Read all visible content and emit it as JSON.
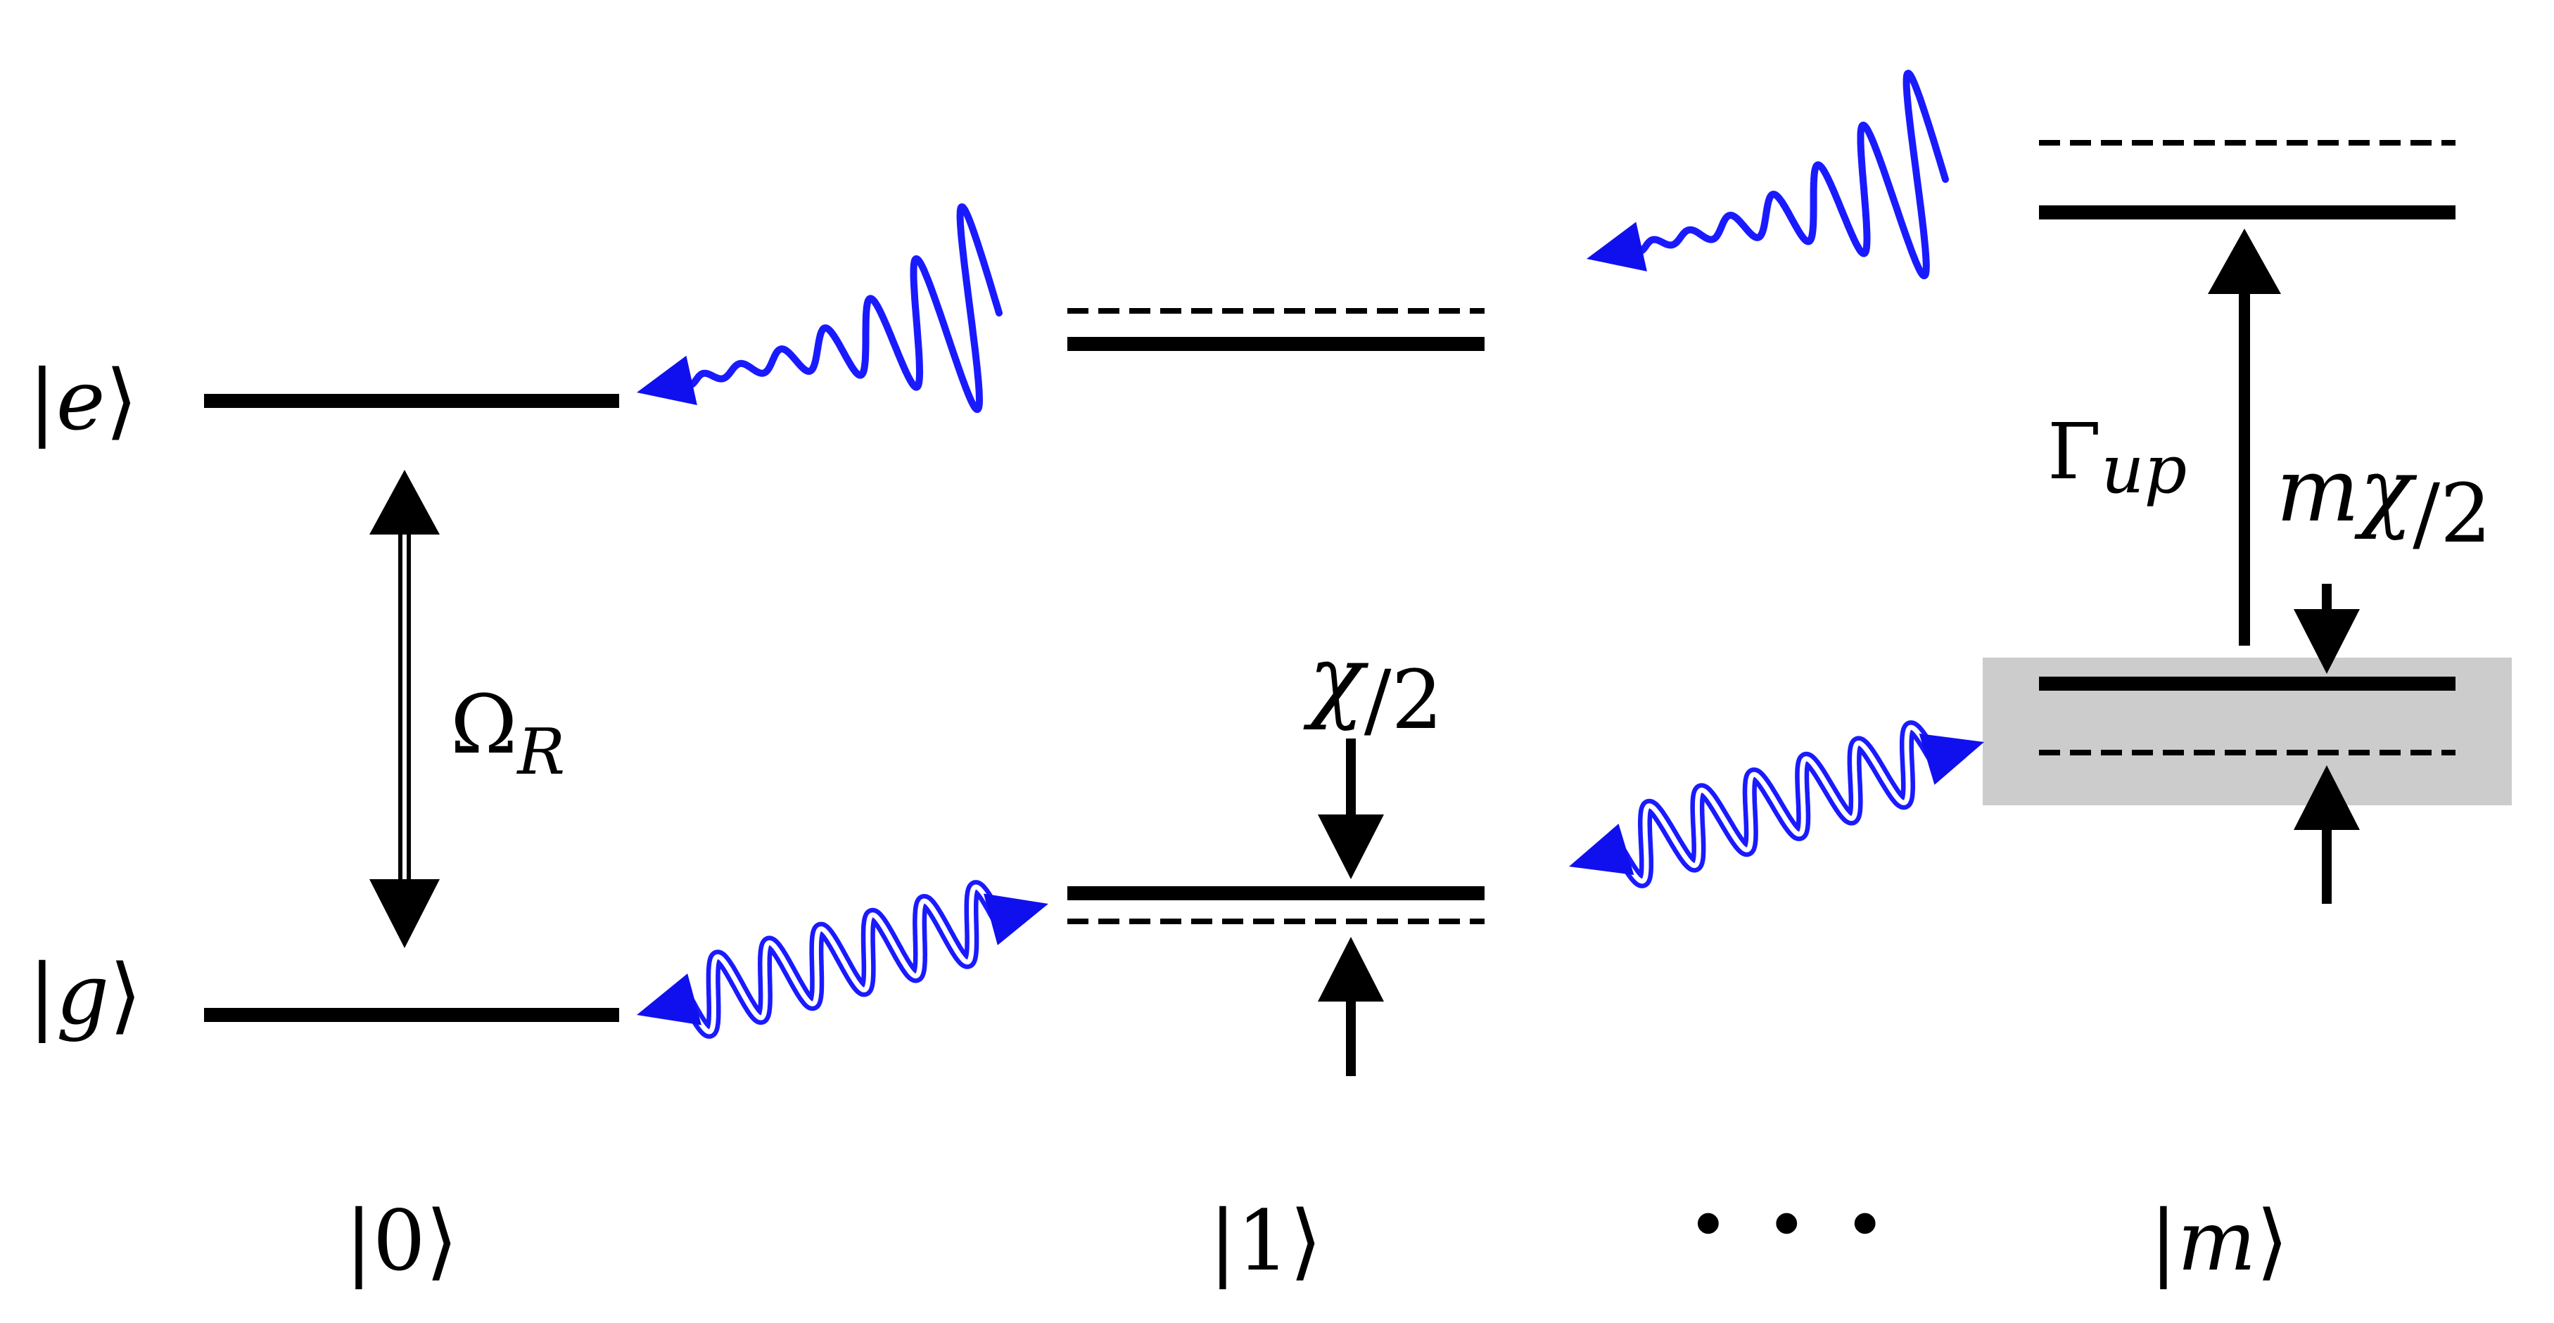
{
  "colors": {
    "line": "#000000",
    "photon": "#1a1aff",
    "photon_head": "#1010ee",
    "highlight": "#cccccc"
  },
  "levels": {
    "excited": {
      "ket_open": "|",
      "symbol": "e",
      "ket_close": "⟩"
    },
    "ground": {
      "ket_open": "|",
      "symbol": "g",
      "ket_close": "⟩"
    }
  },
  "manifolds": [
    {
      "ket_open": "|",
      "symbol": "0",
      "ket_close": "⟩"
    },
    {
      "ket_open": "|",
      "symbol": "1",
      "ket_close": "⟩"
    },
    {
      "ket_open": "|",
      "symbol": "m",
      "ket_close": "⟩"
    }
  ],
  "ellipsis": "· · ·",
  "rabi": {
    "symbol": "Ω",
    "subscript": "R"
  },
  "decay": {
    "symbol": "Γ",
    "subscript": "up"
  },
  "shift_single": {
    "symbol": "χ",
    "over": "/2"
  },
  "shift_m": {
    "prefix": "m",
    "symbol": "χ",
    "over": "/2"
  },
  "icons": [
    "photon-emission-wave-icon",
    "photon-exchange-wave-icon",
    "arrow-icon"
  ]
}
